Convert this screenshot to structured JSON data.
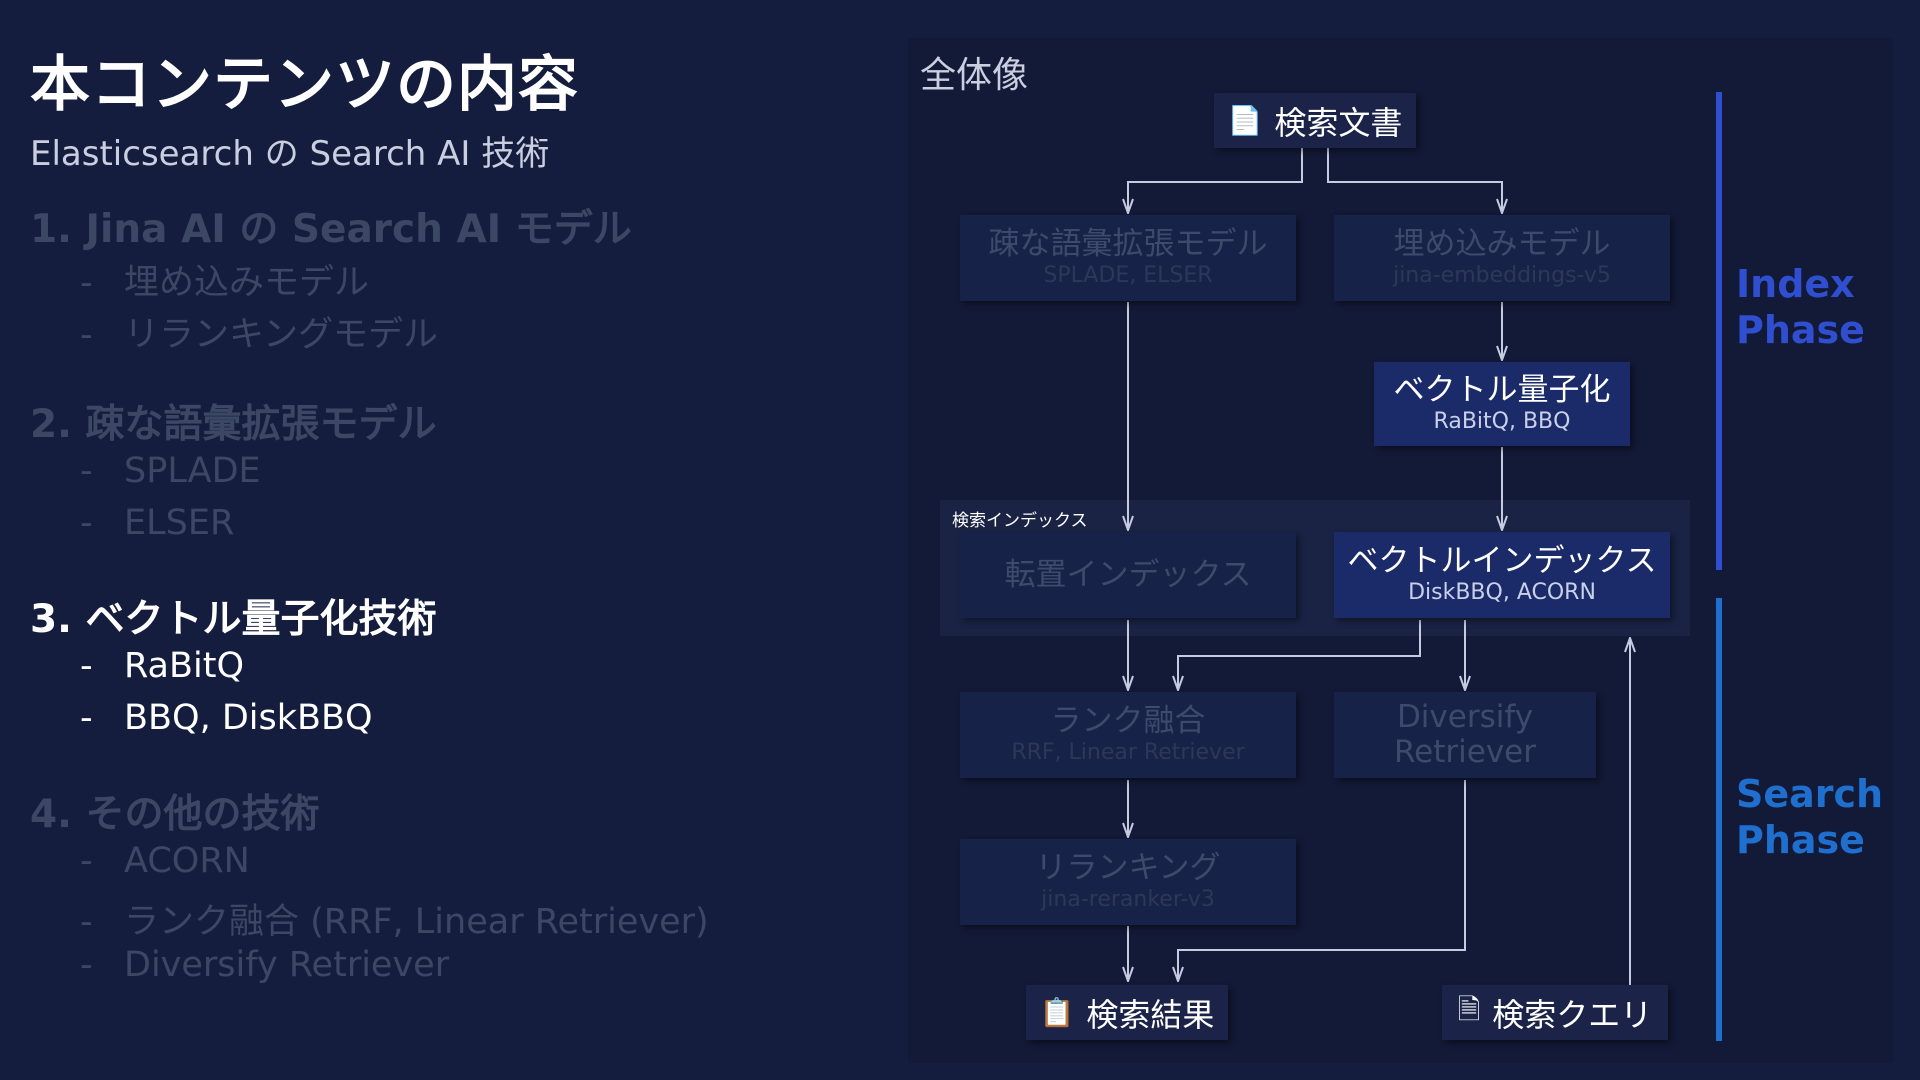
{
  "header": {
    "title": "本コンテンツの内容",
    "subtitle": "Elasticsearch の Search AI 技術"
  },
  "sections": [
    {
      "heading": "1. Jina AI の Search AI モデル",
      "items": [
        "埋め込みモデル",
        "リランキングモデル"
      ],
      "active": false
    },
    {
      "heading": "2. 疎な語彙拡張モデル",
      "items": [
        "SPLADE",
        "ELSER"
      ],
      "active": false
    },
    {
      "heading": "3. ベクトル量子化技術",
      "items": [
        "RaBitQ",
        "BBQ, DiskBBQ"
      ],
      "active": true
    },
    {
      "heading": "4. その他の技術",
      "items": [
        "ACORN",
        "ランク融合 (RRF, Linear Retriever)",
        "Diversify Retriever"
      ],
      "active": false
    }
  ],
  "dash": "-",
  "diagram": {
    "title": "全体像",
    "doc": {
      "label": "検索文書",
      "icon": "document-icon"
    },
    "sparse": {
      "label": "疎な語彙拡張モデル",
      "sub": "SPLADE, ELSER"
    },
    "embed": {
      "label": "埋め込みモデル",
      "sub": "jina-embeddings-v5"
    },
    "quant": {
      "label": "ベクトル量子化",
      "sub": "RaBitQ, BBQ"
    },
    "index_group": {
      "label": "検索インデックス"
    },
    "inverted": {
      "label": "転置インデックス"
    },
    "vecindex": {
      "label": "ベクトルインデックス",
      "sub": "DiskBBQ, ACORN"
    },
    "fusion": {
      "label": "ランク融合",
      "sub": "RRF, Linear Retriever"
    },
    "diversify": {
      "label1": "Diversify",
      "label2": "Retriever"
    },
    "rerank": {
      "label": "リランキング",
      "sub": "jina-reranker-v3"
    },
    "results": {
      "label": "検索結果",
      "icon": "documents-icon"
    },
    "query": {
      "label": "検索クエリ",
      "icon": "query-document-icon"
    }
  },
  "phases": {
    "index": {
      "line1": "Index",
      "line2": "Phase",
      "color": "#2f4fd0"
    },
    "search": {
      "line1": "Search",
      "line2": "Phase",
      "color": "#1f6fcf"
    }
  }
}
